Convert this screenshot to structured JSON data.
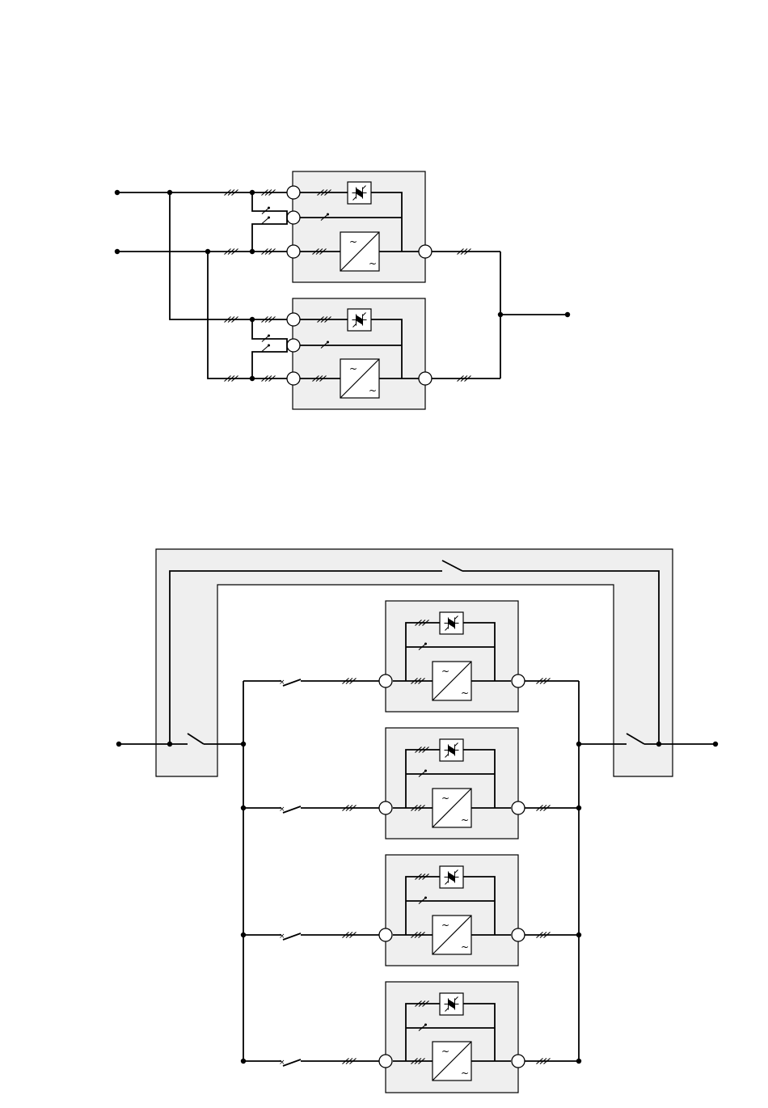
{
  "figure": {
    "colors": {
      "line": "#000000",
      "module_fill": "#efefef",
      "background": "#ffffff"
    },
    "icon_glyphs": {
      "ac": "~"
    },
    "diagram_1": {
      "description_visible_text": "",
      "modules": [
        {
          "id": "ups-module-1",
          "icons": [
            "static-switch-icon",
            "converter-icon"
          ]
        },
        {
          "id": "ups-module-2",
          "icons": [
            "static-switch-icon",
            "converter-icon"
          ]
        }
      ]
    },
    "diagram_2": {
      "modules": [
        {
          "id": "ups-module-1",
          "icons": [
            "static-switch-icon",
            "converter-icon"
          ]
        },
        {
          "id": "ups-module-2",
          "icons": [
            "static-switch-icon",
            "converter-icon"
          ]
        },
        {
          "id": "ups-module-3",
          "icons": [
            "static-switch-icon",
            "converter-icon"
          ]
        },
        {
          "id": "ups-module-4",
          "icons": [
            "static-switch-icon",
            "converter-icon"
          ]
        }
      ],
      "switches": [
        "input-switch",
        "output-switch",
        "maintenance-bypass-switch"
      ]
    }
  }
}
